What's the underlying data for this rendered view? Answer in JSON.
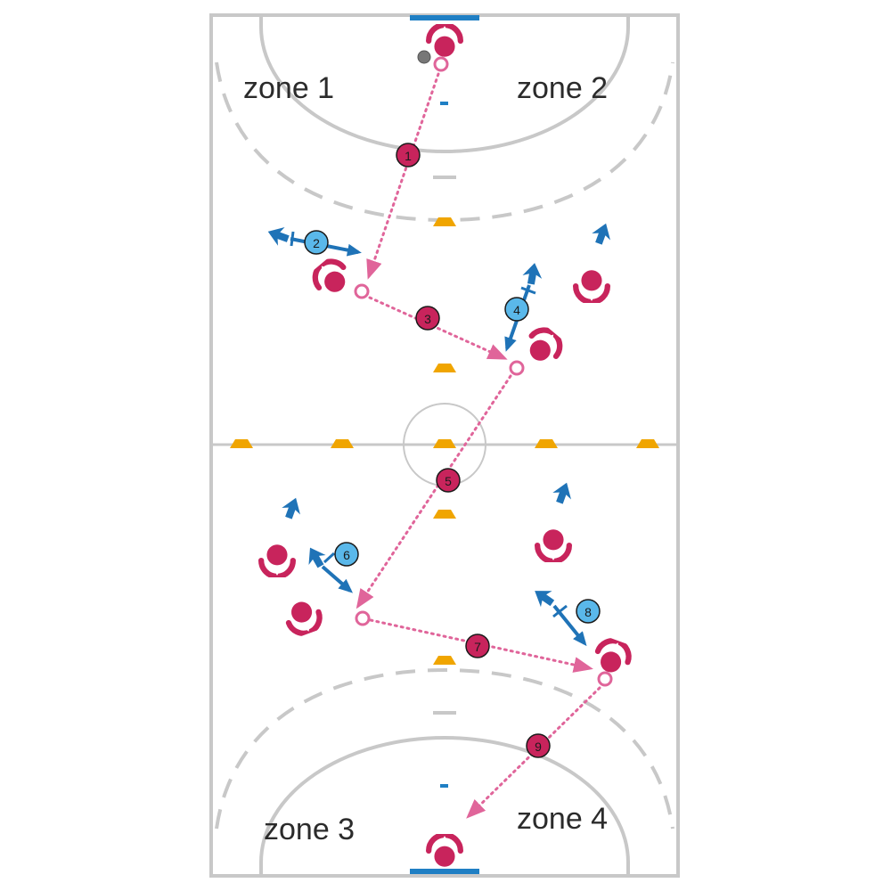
{
  "zones": [
    {
      "label": "zone 1"
    },
    {
      "label": "zone 2"
    },
    {
      "label": "zone 3"
    },
    {
      "label": "zone 4"
    }
  ],
  "steps": [
    "1",
    "2",
    "3",
    "4",
    "5",
    "6",
    "7",
    "8",
    "9"
  ],
  "colors": {
    "court_line": "#c8c8c8",
    "goal": "#1f7fc4",
    "attack": "#c8245c",
    "attack_pass": "#e0659a",
    "defense": "#1f73b7",
    "defense_badge": "#5ab8ea",
    "cone": "#f0a500",
    "ball": "#777777"
  }
}
